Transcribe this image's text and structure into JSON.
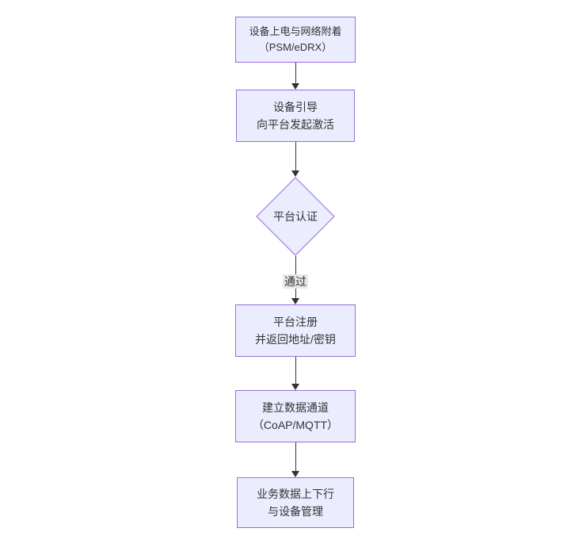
{
  "diagram": {
    "type": "flowchart",
    "direction": "top-down",
    "nodes": [
      {
        "id": "A",
        "shape": "rect",
        "text": "设备上电与网络附着\n（PSM/eDRX）"
      },
      {
        "id": "B",
        "shape": "rect",
        "text": "设备引导\n向平台发起激活"
      },
      {
        "id": "C",
        "shape": "diamond",
        "text": "平台认证"
      },
      {
        "id": "D",
        "shape": "rect",
        "text": "平台注册\n并返回地址/密钥"
      },
      {
        "id": "E",
        "shape": "rect",
        "text": "建立数据通道\n（CoAP/MQTT）"
      },
      {
        "id": "F",
        "shape": "rect",
        "text": "业务数据上下行\n与设备管理"
      }
    ],
    "edges": [
      {
        "from": "A",
        "to": "B",
        "label": ""
      },
      {
        "from": "B",
        "to": "C",
        "label": ""
      },
      {
        "from": "C",
        "to": "D",
        "label": "通过"
      },
      {
        "from": "D",
        "to": "E",
        "label": ""
      },
      {
        "from": "E",
        "to": "F",
        "label": ""
      }
    ],
    "colors": {
      "node_fill": "#ECECFF",
      "node_border": "#9370DB",
      "edge_line": "#333333",
      "edge_label_bg": "#e8e8e8",
      "text": "#333333",
      "background": "#ffffff"
    }
  }
}
